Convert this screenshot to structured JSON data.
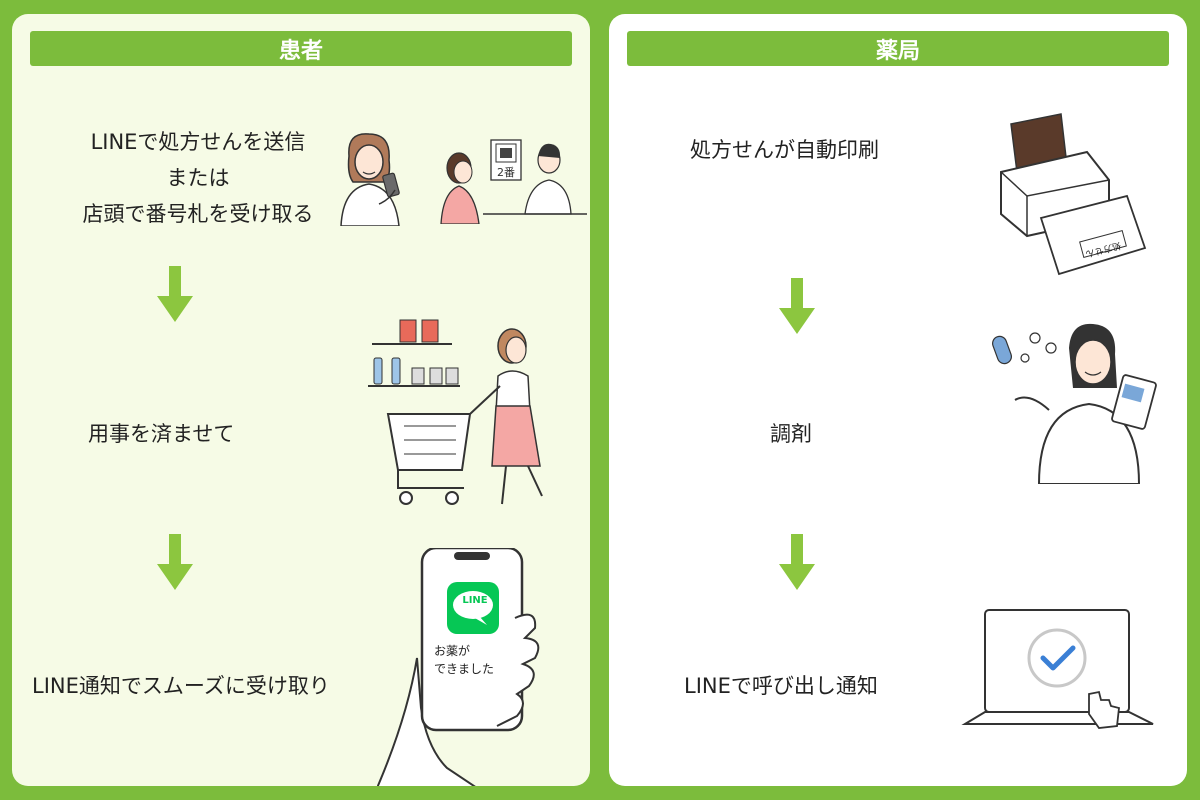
{
  "patient": {
    "header": "患者",
    "step1": {
      "line1": "LINEで処方せんを送信",
      "line2": "または",
      "line3": "店頭で番号札を受け取る"
    },
    "step2": "用事を済ませて",
    "step3": "LINE通知でスムーズに受け取り",
    "ticket_text": "2番",
    "phone": {
      "app_label": "LINE",
      "message_line1": "お薬が",
      "message_line2": "できました"
    }
  },
  "pharmacy": {
    "header": "薬局",
    "step1": "処方せんが自動印刷",
    "step2": "調剤",
    "step3": "LINEで呼び出し通知",
    "printed_paper_text": "処方せん"
  },
  "colors": {
    "accent": "#7cbc3c",
    "arrow": "#8cc63f",
    "line_green": "#06c755"
  }
}
